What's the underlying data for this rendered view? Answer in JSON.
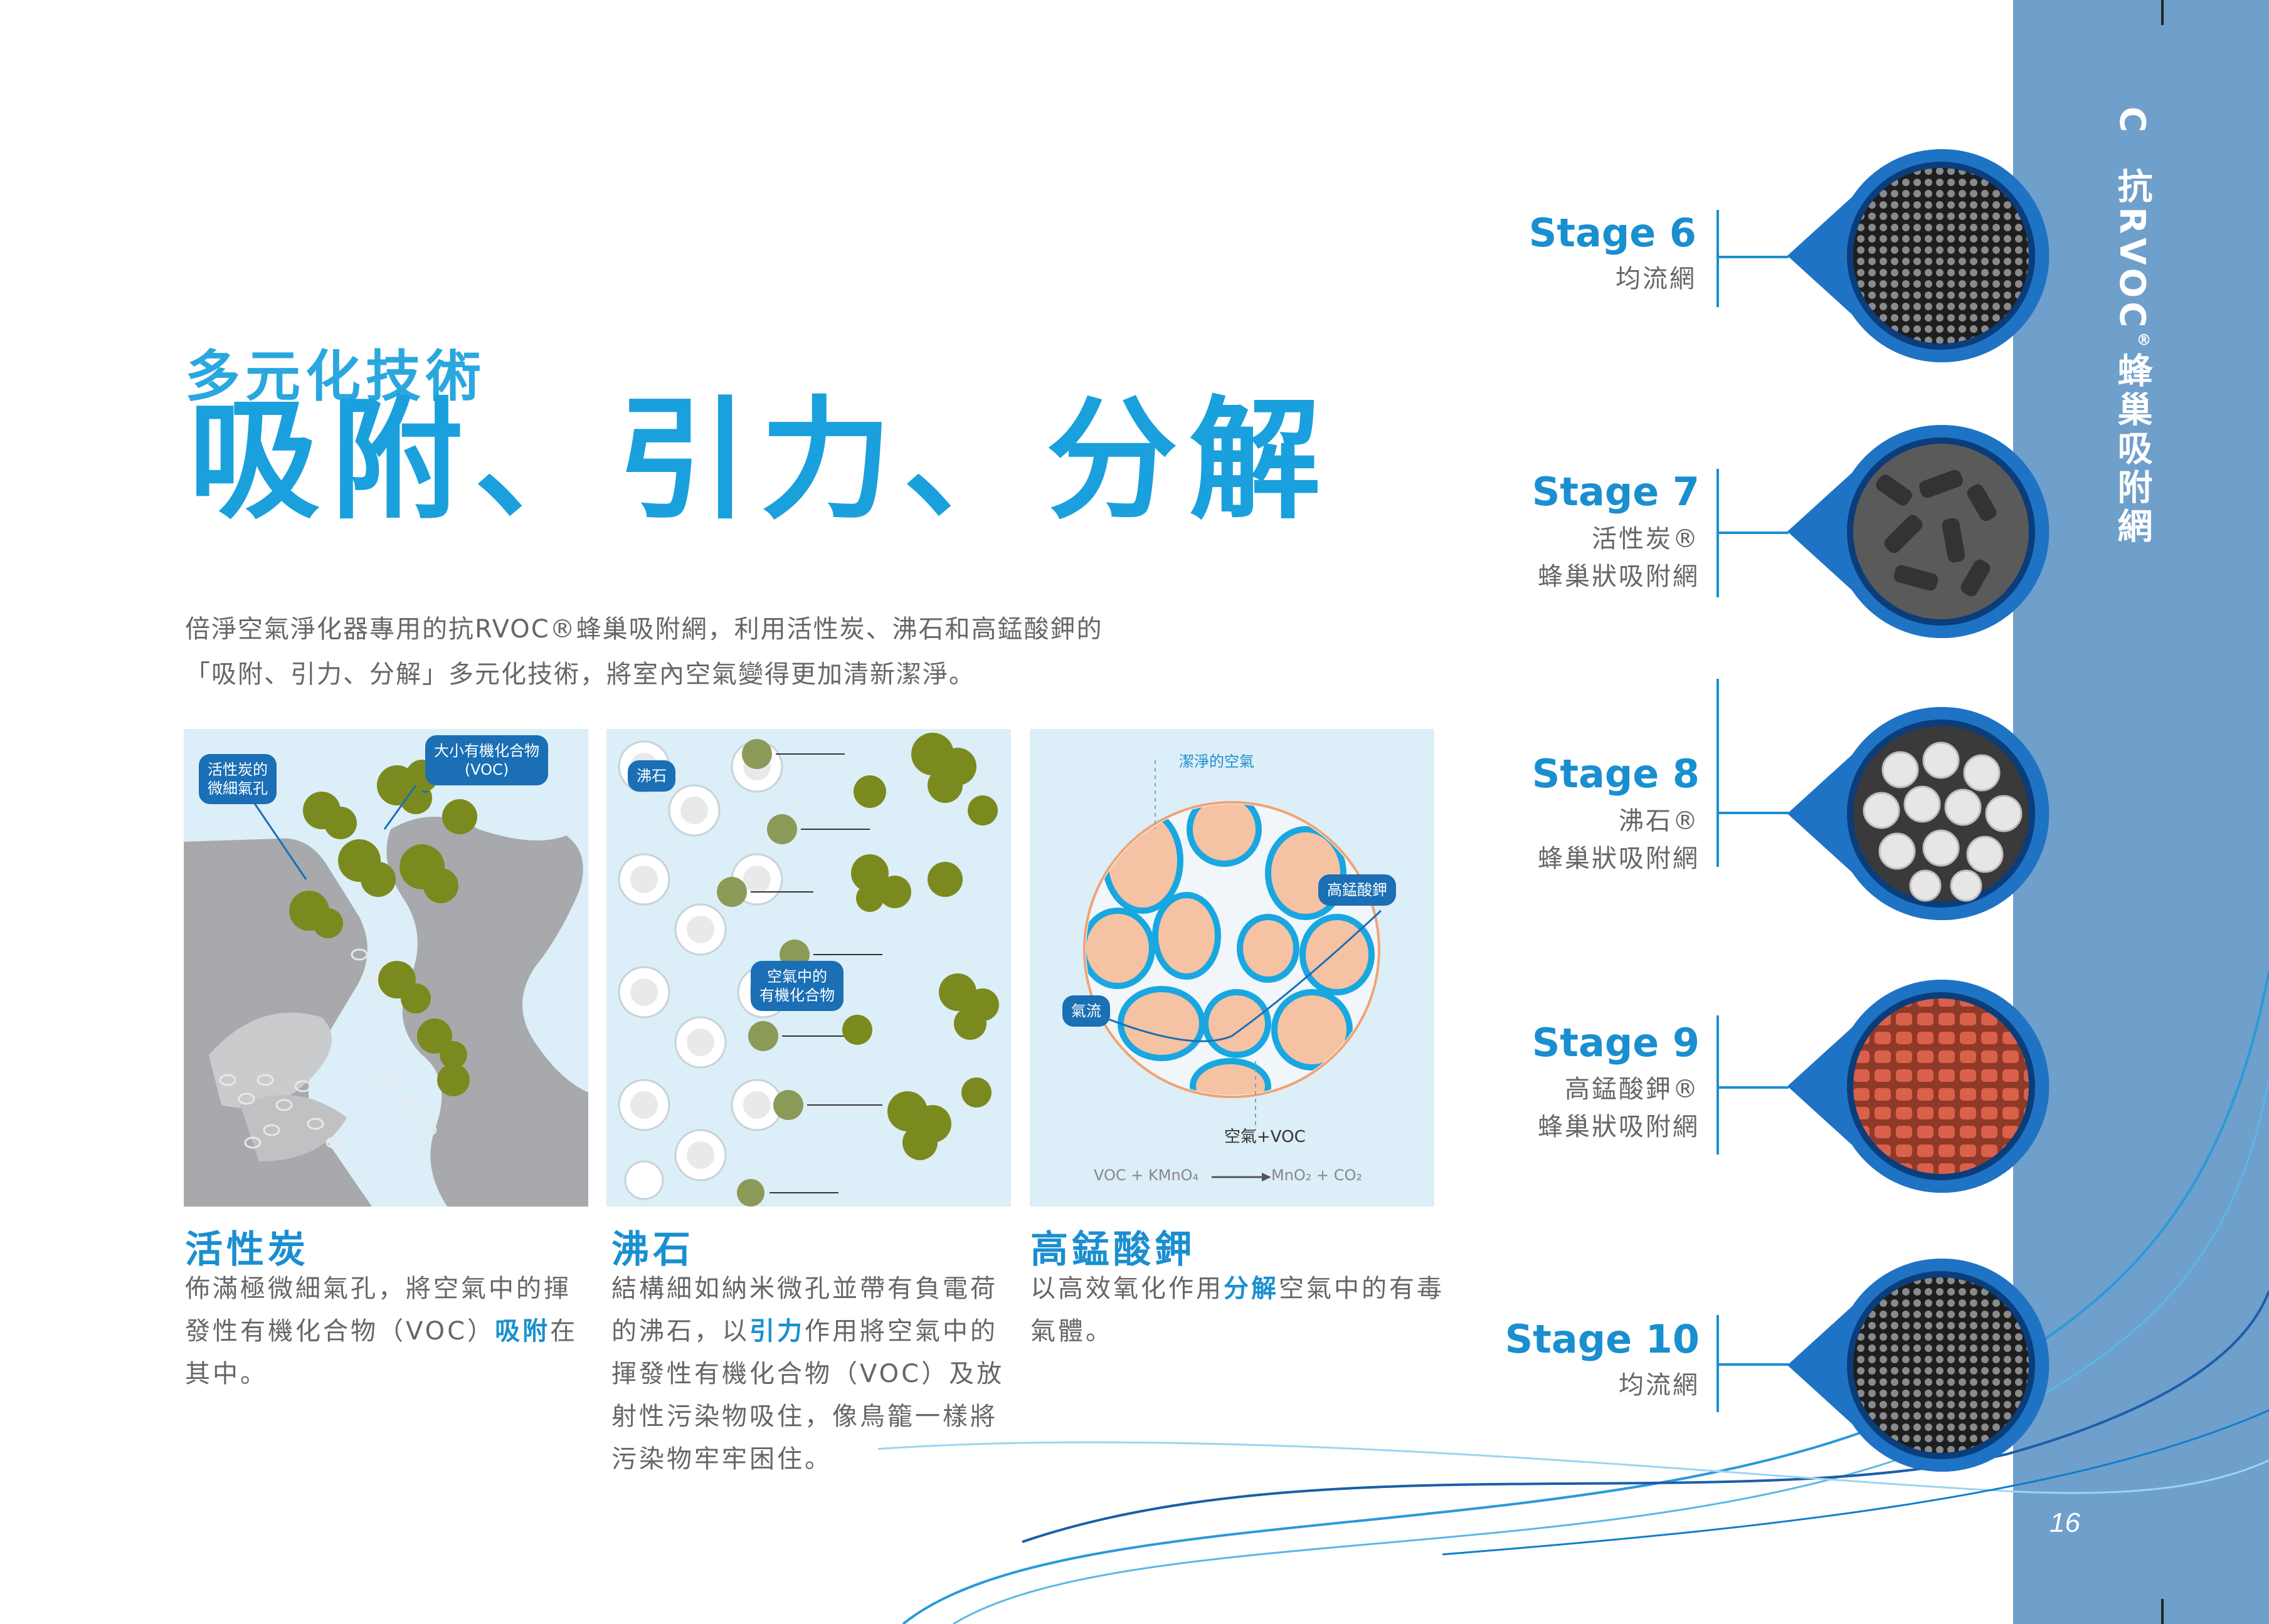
{
  "heading": {
    "subtitle": "多元化技術",
    "title": "吸附、引力、分解"
  },
  "intro": {
    "line1": "倍淨空氣淨化器專用的抗RVOC®蜂巢吸附網，利用活性炭、沸石和高錳酸鉀的",
    "line2": "「吸附、引力、分解」多元化技術，將室內空氣變得更加清新潔淨。"
  },
  "sidebar": {
    "section_letter": "C",
    "title_main": "抗RVOC",
    "title_reg": "®",
    "title_tail": "蜂巢吸附網",
    "page_number": "16"
  },
  "panels": {
    "carbon": {
      "tag_pores_1": "活性炭的",
      "tag_pores_2": "微細氣孔",
      "tag_voc_1": "大小有機化合物",
      "tag_voc_2": "(VOC)",
      "title": "活性炭",
      "body_1": "佈滿極微細氣孔，將空氣中的揮",
      "body_2a": "發性有機化合物（VOC）",
      "body_2b": "吸附",
      "body_2c": "在",
      "body_3": "其中。"
    },
    "zeolite": {
      "tag_zeolite": "沸石",
      "tag_organic_1": "空氣中的",
      "tag_organic_2": "有機化合物",
      "title": "沸石",
      "body_1": "結構細如納米微孔並帶有負電荷",
      "body_2a": "的沸石，以",
      "body_2b": "引力",
      "body_2c": "作用將空氣中的",
      "body_3": "揮發性有機化合物（VOC）及放",
      "body_4": "射性污染物吸住，像鳥籠一樣將",
      "body_5": "污染物牢牢困住。"
    },
    "permanganate": {
      "label_clean": "潔淨的空氣",
      "tag_kmno4": "高錳酸鉀",
      "tag_airflow": "氣流",
      "label_air_voc": "空氣+VOC",
      "formula_left": "VOC + KMnO₄",
      "formula_right": "MnO₂ + CO₂",
      "title": "高錳酸鉀",
      "body_1a": "以高效氧化作用",
      "body_1b": "分解",
      "body_1c": "空氣中的有毒",
      "body_2": "氣體。"
    }
  },
  "stages": [
    {
      "label": "Stage 6",
      "desc_1": "均流網",
      "desc_2": ""
    },
    {
      "label": "Stage 7",
      "desc_1": "活性炭®",
      "desc_2": "蜂巢狀吸附網"
    },
    {
      "label": "Stage 8",
      "desc_1": "沸石®",
      "desc_2": "蜂巢狀吸附網"
    },
    {
      "label": "Stage 9",
      "desc_1": "高錳酸鉀®",
      "desc_2": "蜂巢狀吸附網"
    },
    {
      "label": "Stage 10",
      "desc_1": "均流網",
      "desc_2": ""
    }
  ],
  "colors": {
    "accent_blue": "#1aa0dc",
    "deep_blue": "#1a6fb5",
    "sidebar_blue": "#6f9fcb",
    "panel_bg": "#dceef7",
    "carbon_gray": "#a7a9ac",
    "voc_green": "#7a8a1e",
    "particle_peach": "#f5c2a3"
  }
}
